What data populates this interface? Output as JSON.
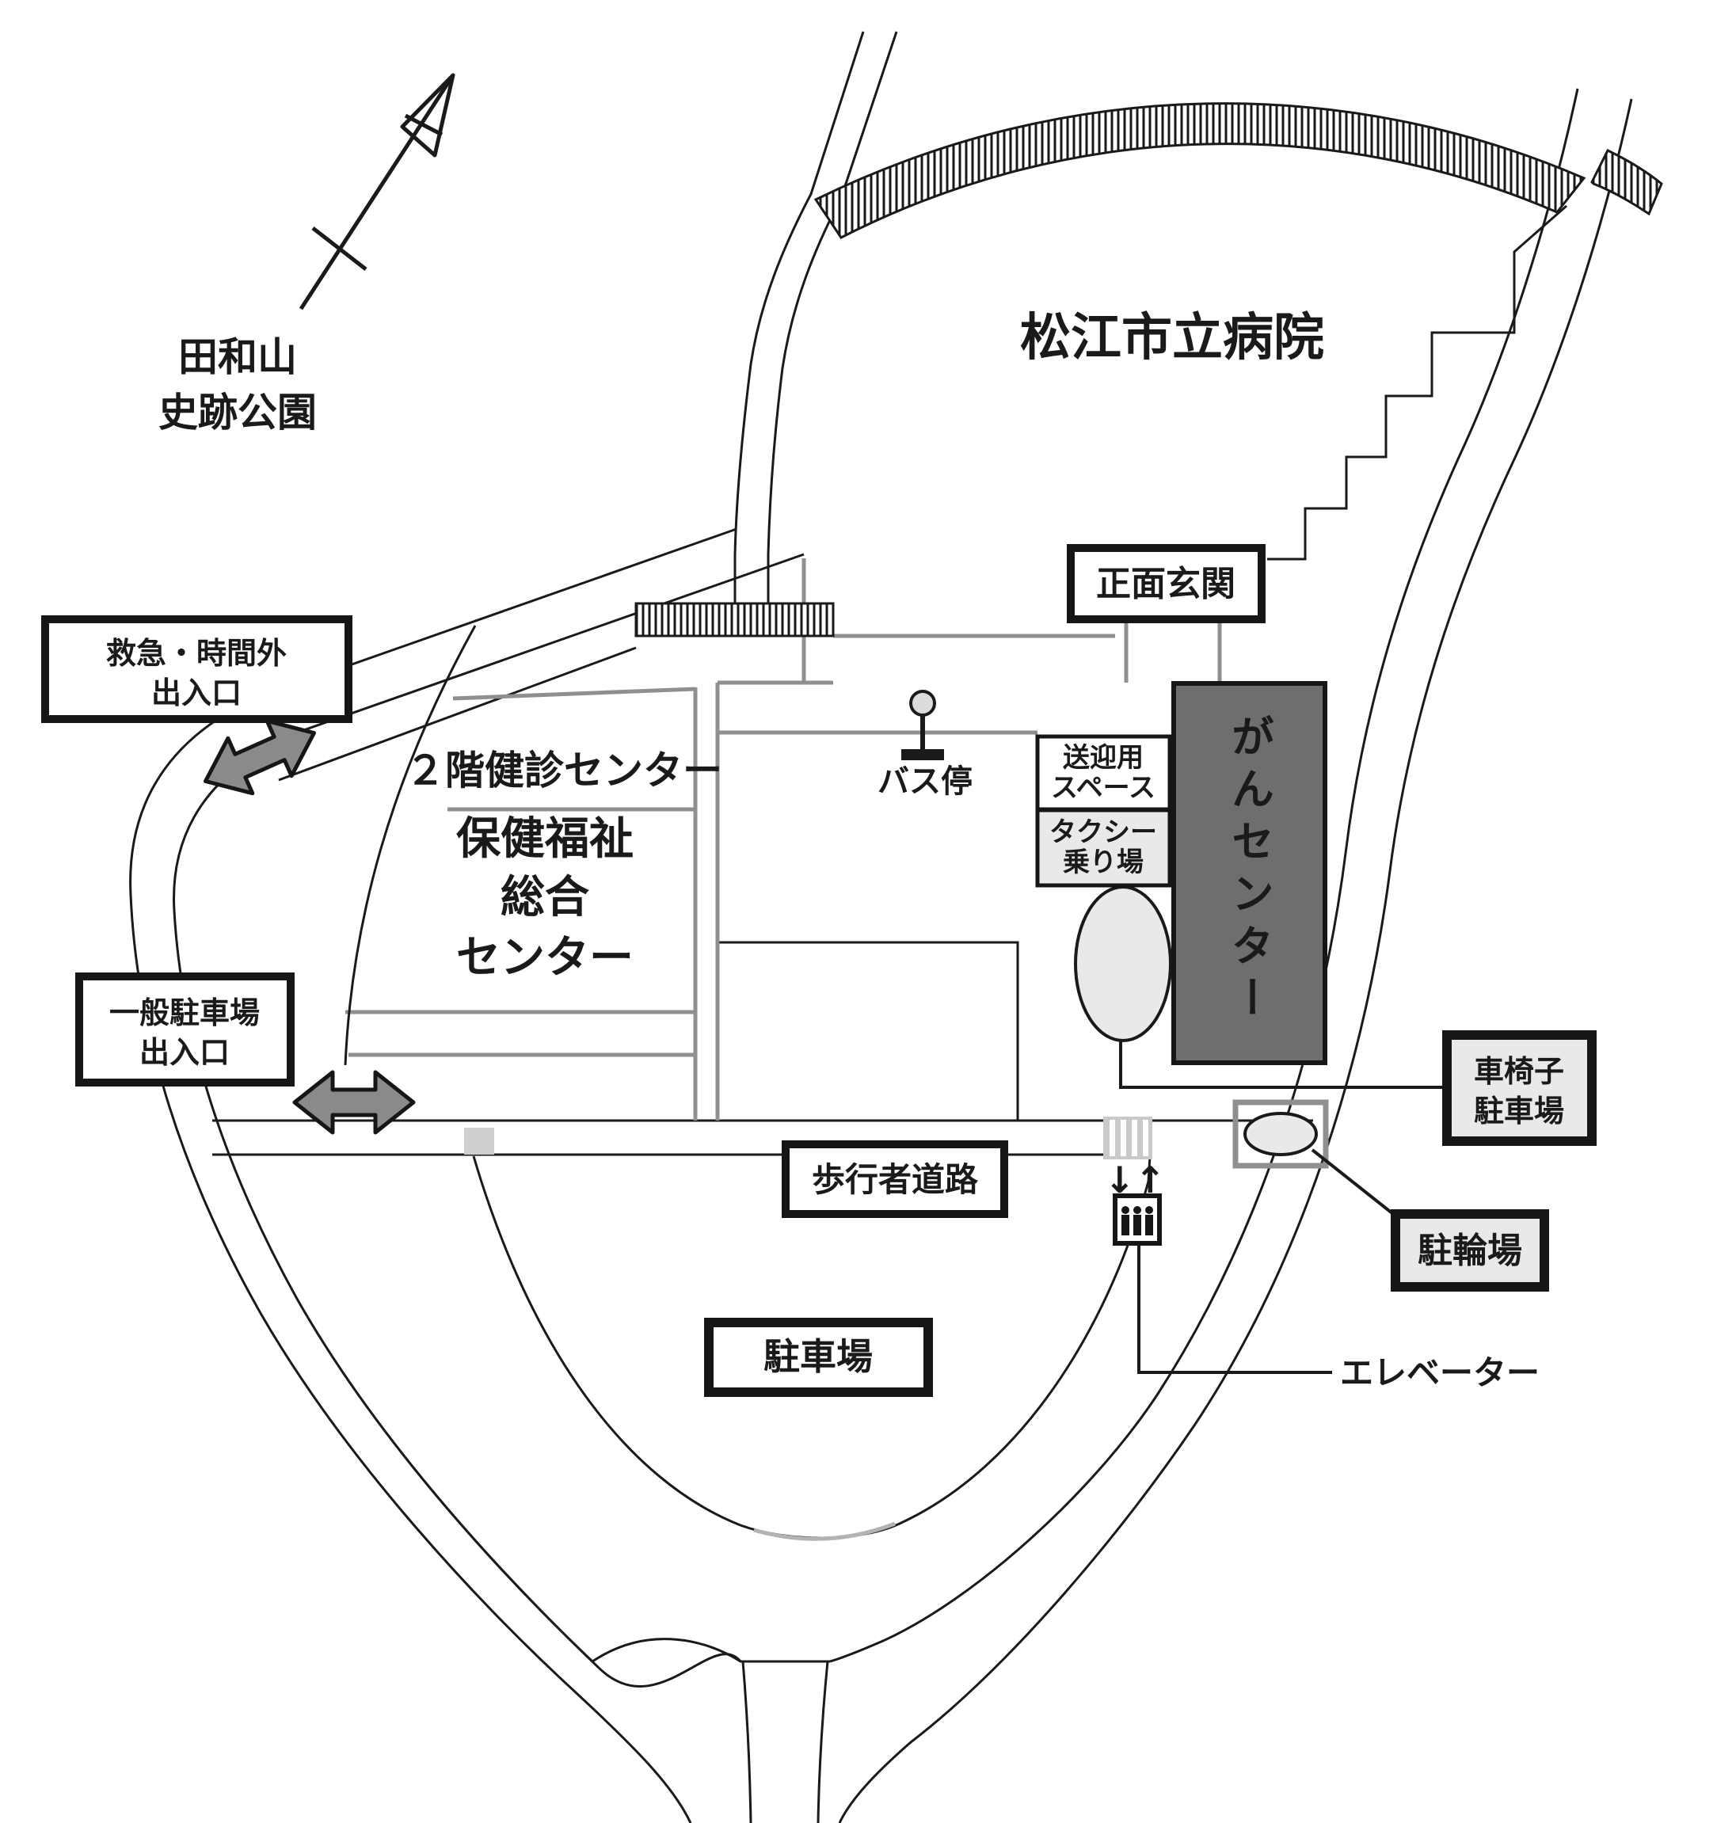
{
  "figure": {
    "type": "hospital-site-access-map"
  },
  "labels": {
    "north_park_name": [
      "田和山",
      "史跡公園"
    ],
    "hospital_name": "松江市立病院",
    "main_entrance": "正面玄関",
    "emergency_entrance": [
      "救急・時間外",
      "出入口"
    ],
    "checkup_center_2f": "２階健診センター",
    "health_welfare_center": [
      "保健福祉",
      "総合",
      "センター"
    ],
    "bus_stop": "バス停",
    "pickup_dropoff_space": [
      "送迎用",
      "スペース"
    ],
    "taxi_stand": [
      "タクシー",
      "乗り場"
    ],
    "cancer_center": "がんセンター",
    "general_parking_entrance": [
      "一般駐車場",
      "出入口"
    ],
    "wheelchair_parking": [
      "車椅子",
      "駐車場"
    ],
    "pedestrian_road": "歩行者道路",
    "bicycle_parking": "駐輪場",
    "parking_lot": "駐車場",
    "elevator": "エレベーター",
    "elevator_direction_arrows": "↓↑"
  },
  "colors": {
    "checkup_center_red": "#e5231b",
    "cancer_center_bg": "#6e6e6e",
    "cancer_center_text": "#ffffff",
    "light_gray_fill": "#e9e9e9",
    "arrow_gray": "#8a8a8a",
    "crosswalk_gray": "#c9c9c9",
    "gate_gray": "#cfcfcf",
    "line_black": "#1a1a1a",
    "building_gray": "#8f8f8f"
  }
}
